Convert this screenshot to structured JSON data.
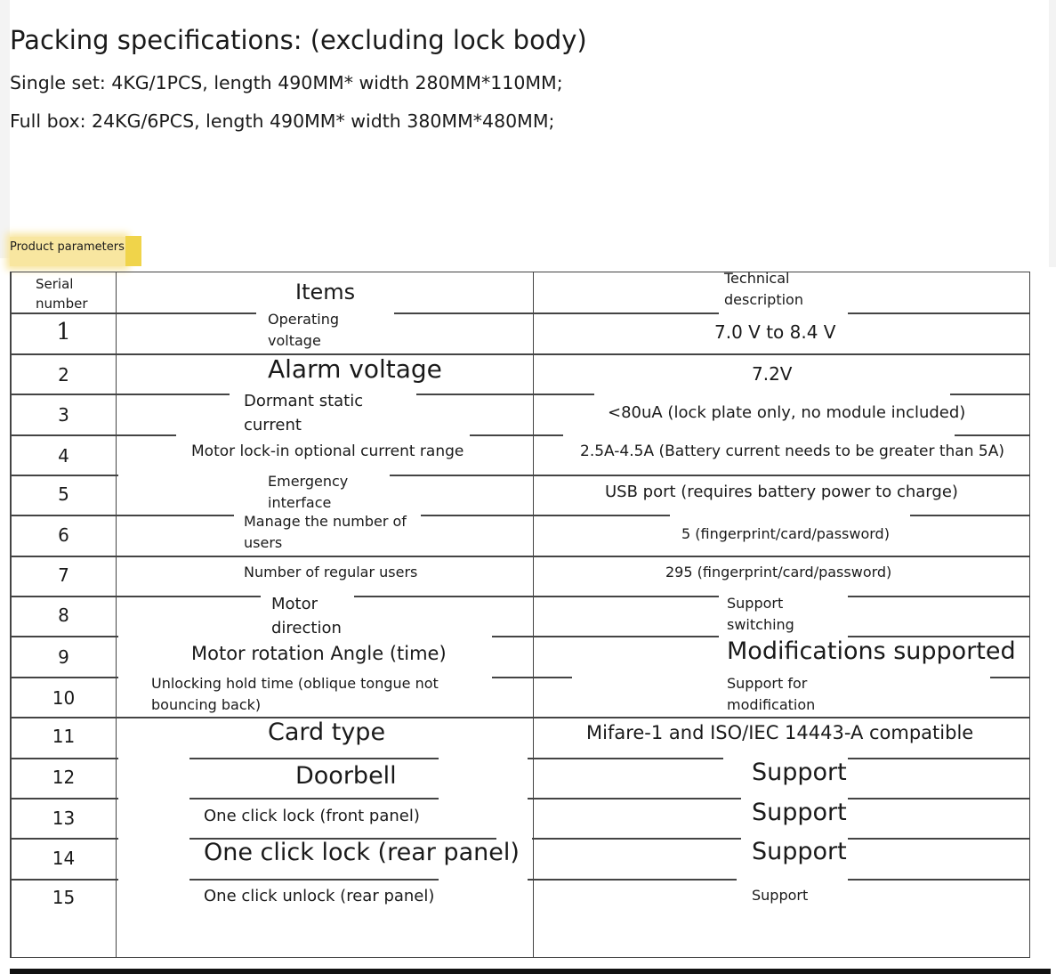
{
  "packing": {
    "title": "Packing specifications: (excluding lock body)",
    "single_set": "Single set: 4KG/1PCS, length 490MM* width 280MM*110MM;",
    "full_box": "Full box: 24KG/6PCS, length 490MM* width 380MM*480MM;"
  },
  "product_parameters_label": "Product parameters:",
  "table": {
    "headers": {
      "serial_line1": "Serial",
      "serial_line2": "number",
      "items": "Items",
      "tech_line1": "Technical",
      "tech_line2": "description"
    },
    "rows": [
      {
        "num": "1",
        "item_a": "Operating",
        "item_b": "voltage",
        "desc_a": "7.0 V to 8.4 V"
      },
      {
        "num": "2",
        "item_a": "Alarm voltage",
        "desc_a": "7.2V"
      },
      {
        "num": "3",
        "item_a": "Dormant static",
        "item_b": "current",
        "desc_a": "<80uA (lock plate only, no module included)"
      },
      {
        "num": "4",
        "item_a": "Motor lock-in optional current range",
        "desc_a": "2.5A-4.5A (Battery current needs to be greater than 5A)"
      },
      {
        "num": "5",
        "item_a": "Emergency",
        "item_b": "interface",
        "desc_a": "USB port (requires battery power to charge)"
      },
      {
        "num": "6",
        "item_a": "Manage the number of",
        "item_b": "users",
        "desc_a": "5 (fingerprint/card/password)"
      },
      {
        "num": "7",
        "item_a": "Number of regular users",
        "desc_a": "295 (fingerprint/card/password)"
      },
      {
        "num": "8",
        "item_a": "Motor",
        "item_b": "direction",
        "desc_a": "Support",
        "desc_b": "switching"
      },
      {
        "num": "9",
        "item_a": "Motor rotation Angle (time)",
        "desc_a": "Modifications supported"
      },
      {
        "num": "10",
        "item_a": "Unlocking hold time (oblique tongue not",
        "item_b": "bouncing back)",
        "desc_a": "Support for",
        "desc_b": "modification"
      },
      {
        "num": "11",
        "item_a": "Card type",
        "desc_a": "Mifare-1 and ISO/IEC 14443-A compatible"
      },
      {
        "num": "12",
        "item_a": "Doorbell",
        "desc_a": "Support"
      },
      {
        "num": "13",
        "item_a": "One click lock (front panel)",
        "desc_a": "Support"
      },
      {
        "num": "14",
        "item_a": "One click lock (rear panel)",
        "desc_a": "Support"
      },
      {
        "num": "15",
        "item_a": "One click unlock (rear panel)",
        "desc_a": "Support"
      }
    ]
  }
}
